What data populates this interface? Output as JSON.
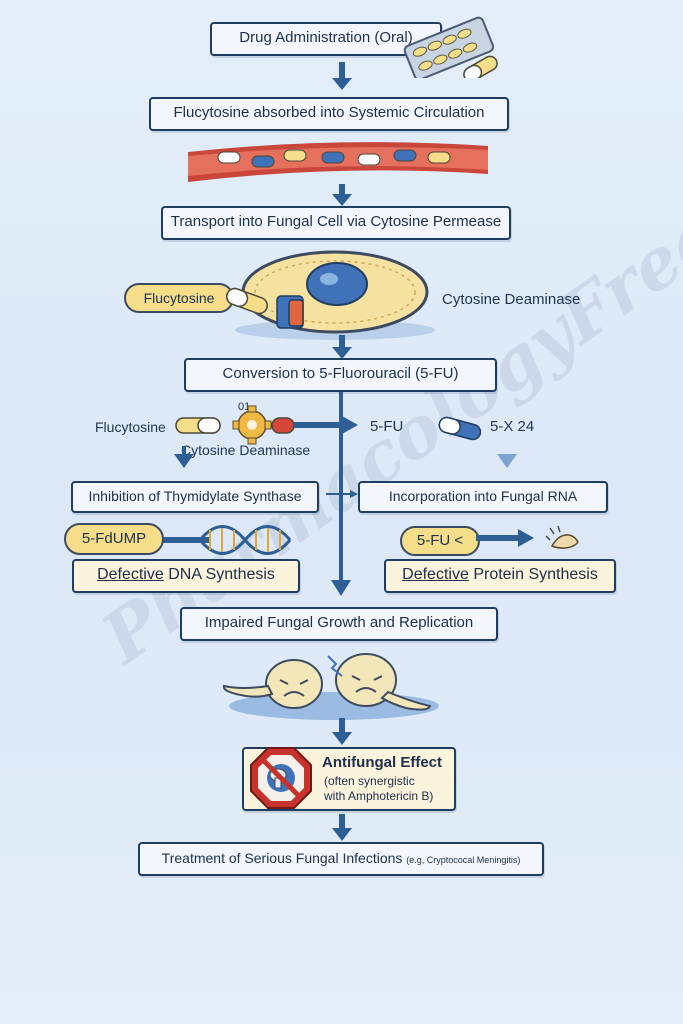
{
  "steps": {
    "s1": "Drug Administration (Oral)",
    "s2": "Flucytosine absorbed into Systemic Circulation",
    "s3": "Transport into Fungal Cell via Cytosine Permease",
    "s4": "Conversion to 5-Fluorouracil (5-FU)",
    "s5": "Impaired Fungal Growth and Replication",
    "s6": "Treatment of Serious Fungal Infections",
    "s6_small": "(e.g, Cryptococal Meningitis)"
  },
  "cell": {
    "pill_label": "Flucytosine",
    "enzyme_label": "Cytosine Deaminase"
  },
  "conversion": {
    "left_label": "Flucytosine",
    "enzyme_label": "Cytosine Deaminase",
    "marker": "01",
    "product_label": "5-FU",
    "product_right": "5-X 24"
  },
  "left_branch": {
    "title": "Inhibition of Thymidylate Synthase",
    "pill": "5-FdUMP",
    "result_word": "Defective",
    "result_rest": "DNA Synthesis"
  },
  "right_branch": {
    "title": "Incorporation into Fungal RNA",
    "pill": "5-FU <",
    "result_word": "Defective",
    "result_rest": "Protein Synthesis"
  },
  "effect": {
    "title": "Antifungal Effect",
    "note_line1": "(often synergistic",
    "note_line2": "with Amphotericin B)"
  },
  "watermark": "PharmacologyFreak",
  "colors": {
    "arrow": "#2d5f94",
    "box_border": "#1f3d63",
    "pill_yellow": "#f6dd8a",
    "capsule_blue": "#3f72b8",
    "blood_red": "#c9463a",
    "stop_red": "#c8322c"
  }
}
